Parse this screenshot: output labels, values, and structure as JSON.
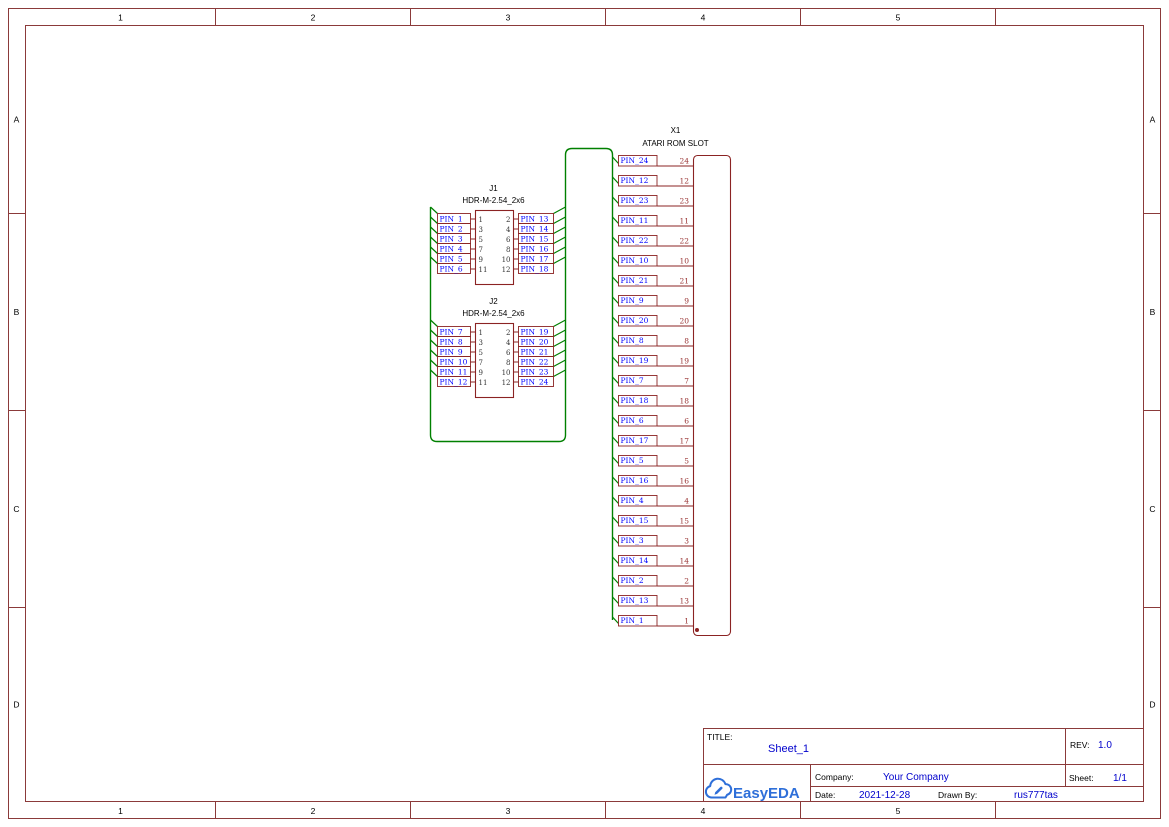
{
  "sheet": {
    "frame_columns": [
      "1",
      "2",
      "3",
      "4",
      "5"
    ],
    "frame_rows": [
      "A",
      "B",
      "C",
      "D"
    ]
  },
  "components": {
    "j1": {
      "designator": "J1",
      "value": "HDR-M-2.54_2x6",
      "left_pins": [
        {
          "label": "PIN_1",
          "number": "1"
        },
        {
          "label": "PIN_2",
          "number": "3"
        },
        {
          "label": "PIN_3",
          "number": "5"
        },
        {
          "label": "PIN_4",
          "number": "7"
        },
        {
          "label": "PIN_5",
          "number": "9"
        },
        {
          "label": "PIN_6",
          "number": "11"
        }
      ],
      "right_pins": [
        {
          "label": "PIN_13",
          "number": "2"
        },
        {
          "label": "PIN_14",
          "number": "4"
        },
        {
          "label": "PIN_15",
          "number": "6"
        },
        {
          "label": "PIN_16",
          "number": "8"
        },
        {
          "label": "PIN_17",
          "number": "10"
        },
        {
          "label": "PIN_18",
          "number": "12"
        }
      ]
    },
    "j2": {
      "designator": "J2",
      "value": "HDR-M-2.54_2x6",
      "left_pins": [
        {
          "label": "PIN_7",
          "number": "1"
        },
        {
          "label": "PIN_8",
          "number": "3"
        },
        {
          "label": "PIN_9",
          "number": "5"
        },
        {
          "label": "PIN_10",
          "number": "7"
        },
        {
          "label": "PIN_11",
          "number": "9"
        },
        {
          "label": "PIN_12",
          "number": "11"
        }
      ],
      "right_pins": [
        {
          "label": "PIN_19",
          "number": "2"
        },
        {
          "label": "PIN_20",
          "number": "4"
        },
        {
          "label": "PIN_21",
          "number": "6"
        },
        {
          "label": "PIN_22",
          "number": "8"
        },
        {
          "label": "PIN_23",
          "number": "10"
        },
        {
          "label": "PIN_24",
          "number": "12"
        }
      ]
    },
    "x1": {
      "designator": "X1",
      "value": "ATARI ROM SLOT",
      "pins": [
        {
          "label": "PIN_24",
          "number": "24"
        },
        {
          "label": "PIN_12",
          "number": "12"
        },
        {
          "label": "PIN_23",
          "number": "23"
        },
        {
          "label": "PIN_11",
          "number": "11"
        },
        {
          "label": "PIN_22",
          "number": "22"
        },
        {
          "label": "PIN_10",
          "number": "10"
        },
        {
          "label": "PIN_21",
          "number": "21"
        },
        {
          "label": "PIN_9",
          "number": "9"
        },
        {
          "label": "PIN_20",
          "number": "20"
        },
        {
          "label": "PIN_8",
          "number": "8"
        },
        {
          "label": "PIN_19",
          "number": "19"
        },
        {
          "label": "PIN_7",
          "number": "7"
        },
        {
          "label": "PIN_18",
          "number": "18"
        },
        {
          "label": "PIN_6",
          "number": "6"
        },
        {
          "label": "PIN_17",
          "number": "17"
        },
        {
          "label": "PIN_5",
          "number": "5"
        },
        {
          "label": "PIN_16",
          "number": "16"
        },
        {
          "label": "PIN_4",
          "number": "4"
        },
        {
          "label": "PIN_15",
          "number": "15"
        },
        {
          "label": "PIN_3",
          "number": "3"
        },
        {
          "label": "PIN_14",
          "number": "14"
        },
        {
          "label": "PIN_2",
          "number": "2"
        },
        {
          "label": "PIN_13",
          "number": "13"
        },
        {
          "label": "PIN_1",
          "number": "1"
        }
      ]
    }
  },
  "title_block": {
    "title_label": "TITLE:",
    "title": "Sheet_1",
    "rev_label": "REV:",
    "rev": "1.0",
    "company_label": "Company:",
    "company": "Your Company",
    "sheet_label": "Sheet:",
    "sheet": "1/1",
    "date_label": "Date:",
    "date": "2021-12-28",
    "drawn_by_label": "Drawn By:",
    "drawn_by": "rus777tas",
    "logo_text": "EasyEDA"
  },
  "colors": {
    "frame": "#8b3a3a",
    "symbol": "#8b2323",
    "wire": "#008000",
    "net": "#0000ff",
    "pinnum": "#993333",
    "value": "#0000cc",
    "logo": "#2e6fd9"
  }
}
